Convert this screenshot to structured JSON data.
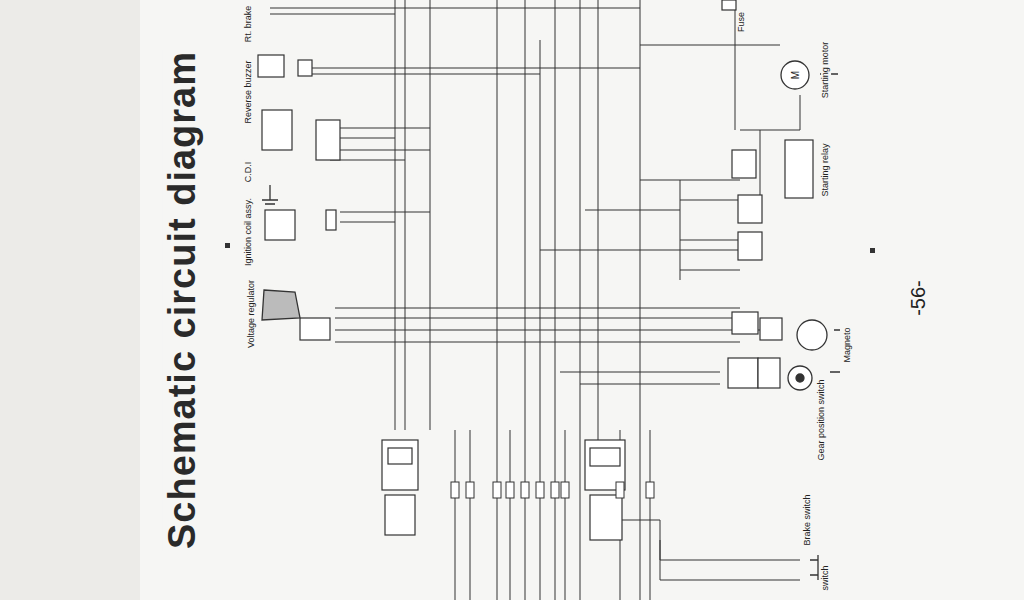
{
  "diagram": {
    "title": "Schematic circuit diagram",
    "labels": [
      "Rt. brake",
      "Reverse buzzer",
      "C.D.I",
      "Ignition coil assy.",
      "Voltage regulator",
      "Fuse",
      "Starting motor",
      "M",
      "Starting relay",
      "Magneto",
      "Gear position switch",
      "Brake switch",
      "switch",
      "-56-"
    ]
  }
}
